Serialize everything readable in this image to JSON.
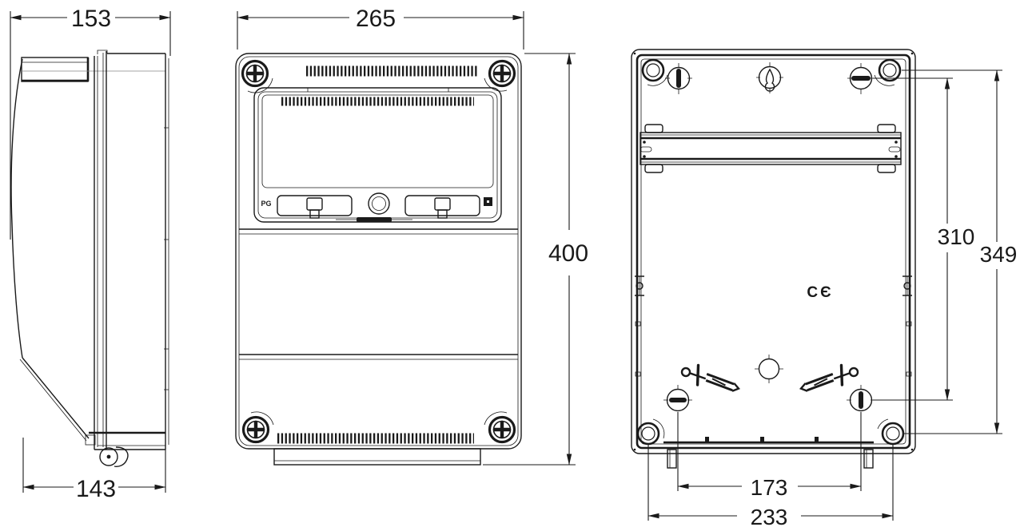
{
  "page": {
    "background": "#ffffff",
    "line_color": "#1a1a1a",
    "description": "Technical dimension drawing of a wall-mounted electrical enclosure: side view, front view and rear (mounting) view"
  },
  "dimensions": {
    "side_top": "153",
    "side_bottom": "143",
    "front_width": "265",
    "front_height": "400",
    "back_mount_v": "310",
    "back_height": "349",
    "back_mount_h": "173",
    "back_width": "233"
  },
  "marks": {
    "ce": "CЄ",
    "pg": "PG"
  }
}
